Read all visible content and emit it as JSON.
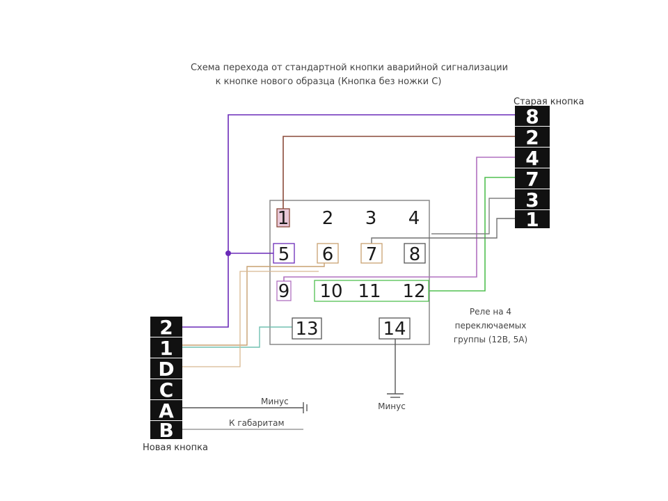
{
  "title": {
    "line1": "Схема перехода от стандартной кнопки аварийной сигнализации",
    "line2": "к кнопке нового образца (Кнопка без ножки С)"
  },
  "old_button": {
    "label": "Старая кнопка",
    "pins": [
      "8",
      "2",
      "4",
      "7",
      "3",
      "1"
    ]
  },
  "new_button": {
    "label": "Новая кнопка",
    "pins": [
      "2",
      "1",
      "D",
      "C",
      "A",
      "B"
    ]
  },
  "relay": {
    "row1": [
      "1",
      "2",
      "3",
      "4"
    ],
    "row2": [
      "5",
      "6",
      "7",
      "8"
    ],
    "row3": [
      "9",
      "10",
      "11",
      "12"
    ],
    "row4": [
      "13",
      "14"
    ],
    "desc_line1": "Реле на 4",
    "desc_line2": "переключаемых",
    "desc_line3": "группы (12В, 5А)"
  },
  "labels": {
    "minus_a": "Минус",
    "gabarity": "К габаритам",
    "minus_relay": "Минус"
  },
  "colors": {
    "purple": "#6a2ab8",
    "brown": "#8a4a3a",
    "violet": "#b070c0",
    "green": "#50c050",
    "gray": "#707070",
    "tan": "#c8a070",
    "teal": "#70c0b0",
    "pin_bg": "#111111"
  }
}
